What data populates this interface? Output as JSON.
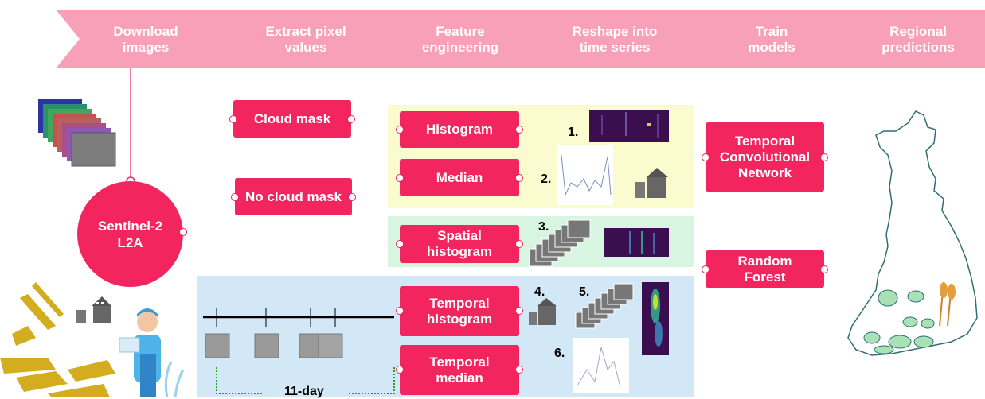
{
  "pipeline": {
    "steps": [
      {
        "line1": "Download",
        "line2": "images"
      },
      {
        "line1": "Extract pixel",
        "line2": "values"
      },
      {
        "line1": "Feature",
        "line2": "engineering"
      },
      {
        "line1": "Reshape into",
        "line2": "time series"
      },
      {
        "line1": "Train",
        "line2": "models"
      },
      {
        "line1": "Regional",
        "line2": "predictions"
      }
    ]
  },
  "source": {
    "line1": "Sentinel-2",
    "line2": "L2A"
  },
  "extraction": {
    "cloud_mask": "Cloud mask",
    "no_cloud_mask": "No cloud mask"
  },
  "features": {
    "histogram": "Histogram",
    "median": "Median",
    "spatial_line1": "Spatial",
    "spatial_line2": "histogram",
    "temporal_hist_line1": "Temporal",
    "temporal_hist_line2": "histogram",
    "temporal_med_line1": "Temporal",
    "temporal_med_line2": "median"
  },
  "numbers": {
    "n1": "1.",
    "n2": "2.",
    "n3": "3.",
    "n4": "4.",
    "n5": "5.",
    "n6": "6."
  },
  "timeline": {
    "interval": "11-day"
  },
  "models": {
    "tcn_line1": "Temporal",
    "tcn_line2": "Convolutional",
    "tcn_line3": "Network",
    "rf_line1": "Random",
    "rf_line2": "Forest"
  },
  "colors": {
    "chevron": "#f7a0b8",
    "box": "#f2255f",
    "panel_yellow": "#fbfbd0",
    "panel_green": "#d8f5e2",
    "panel_blue": "#d2e8f7",
    "finland_fill": "#ffffff",
    "finland_outline": "#2f6f72",
    "region_fill": "#a9e0b6"
  }
}
